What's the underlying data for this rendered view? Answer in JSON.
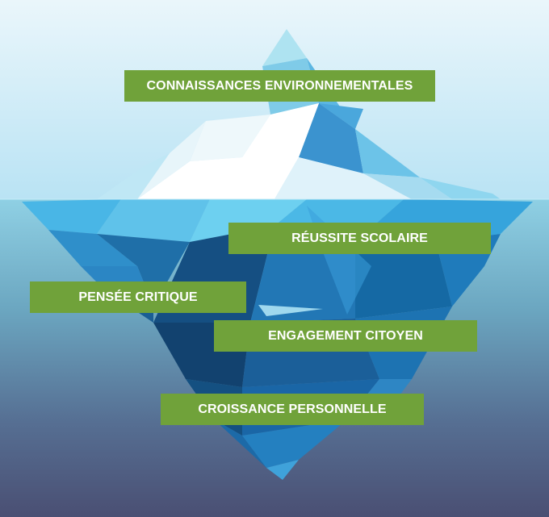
{
  "colors": {
    "label_background": "#70a23a",
    "label_text": "#ffffff",
    "sky_top": "#eaf6fb",
    "sky_bottom": "#b9e3f4",
    "water_top": "#8fd0e4",
    "water_bottom": "#4a4f73"
  },
  "labels": [
    {
      "id": "connaissances",
      "text": "CONNAISSANCES ENVIRONNEMENTALES"
    },
    {
      "id": "reussite",
      "text": "RÉUSSITE SCOLAIRE"
    },
    {
      "id": "pensee",
      "text": "PENSÉE CRITIQUE"
    },
    {
      "id": "engagement",
      "text": "ENGAGEMENT CITOYEN"
    },
    {
      "id": "croissance",
      "text": "CROISSANCE PERSONNELLE"
    }
  ]
}
